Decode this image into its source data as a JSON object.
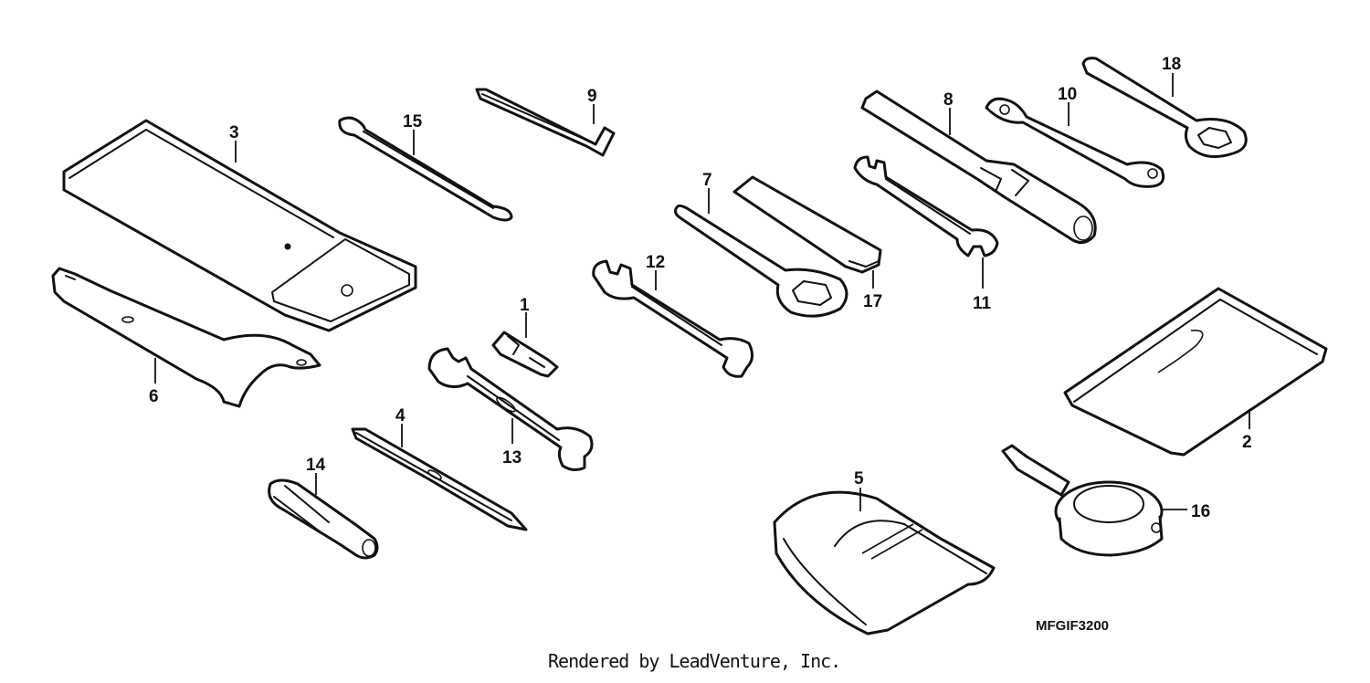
{
  "callouts": {
    "c1": "1",
    "c2": "2",
    "c3": "3",
    "c4": "4",
    "c5": "5",
    "c6": "6",
    "c7": "7",
    "c8": "8",
    "c9": "9",
    "c10": "10",
    "c11": "11",
    "c12": "12",
    "c13": "13",
    "c14": "14",
    "c15": "15",
    "c16": "16",
    "c17": "17",
    "c18": "18"
  },
  "diagram_code": "MFGIF3200",
  "credit": "Rendered by LeadVenture, Inc."
}
